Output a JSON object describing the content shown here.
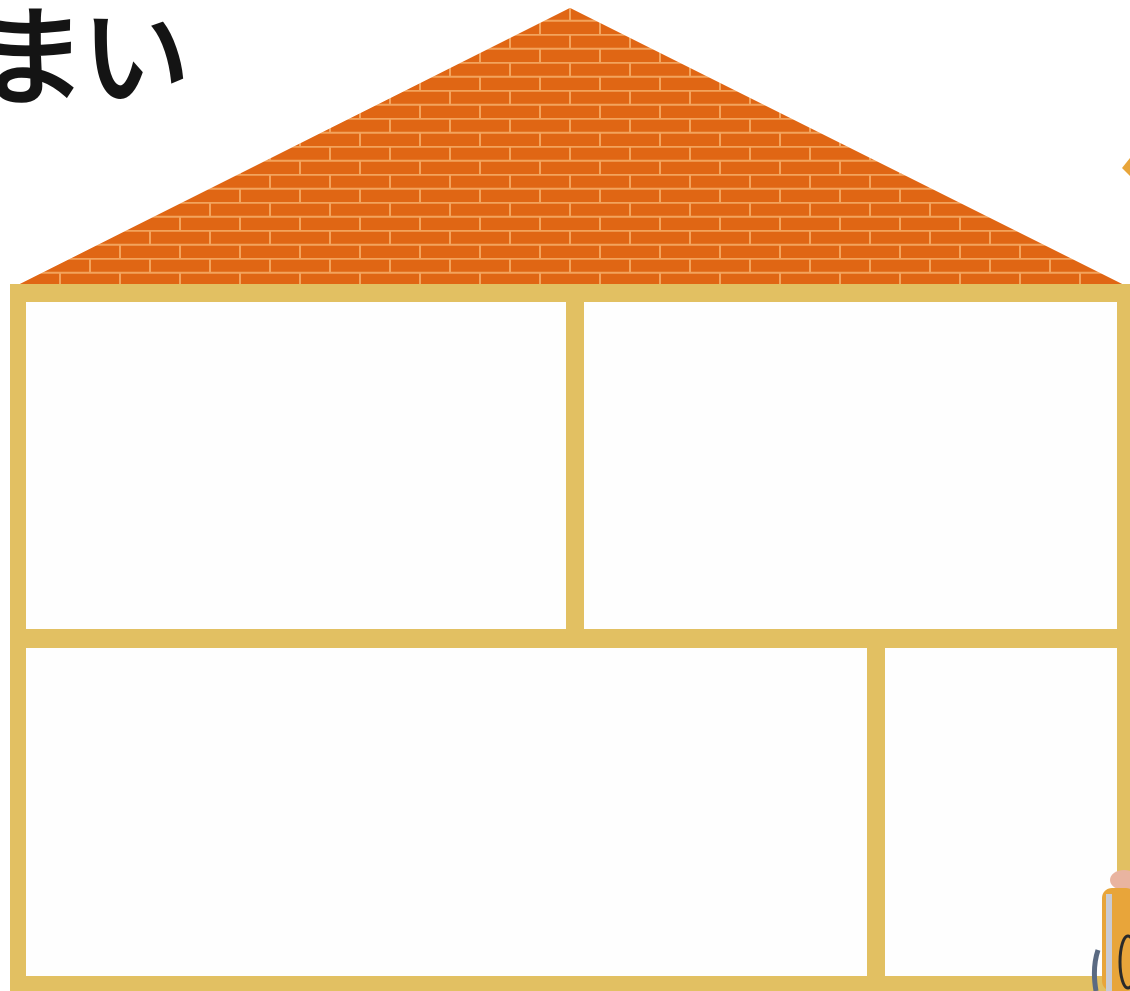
{
  "heading": {
    "text": "まい"
  },
  "colors": {
    "roof": "#E06614",
    "mortar": "#F3A35C",
    "frame": "#E2C062",
    "room": "#FEFEFE",
    "heading_text": "#141414",
    "side_element": "#E8A53A"
  },
  "icons": {
    "roof": "brick-roof",
    "corner_figure": "partial-figure-icon"
  },
  "rooms": [
    {
      "name": "upper-left"
    },
    {
      "name": "upper-right"
    },
    {
      "name": "lower-left"
    },
    {
      "name": "lower-right"
    }
  ]
}
